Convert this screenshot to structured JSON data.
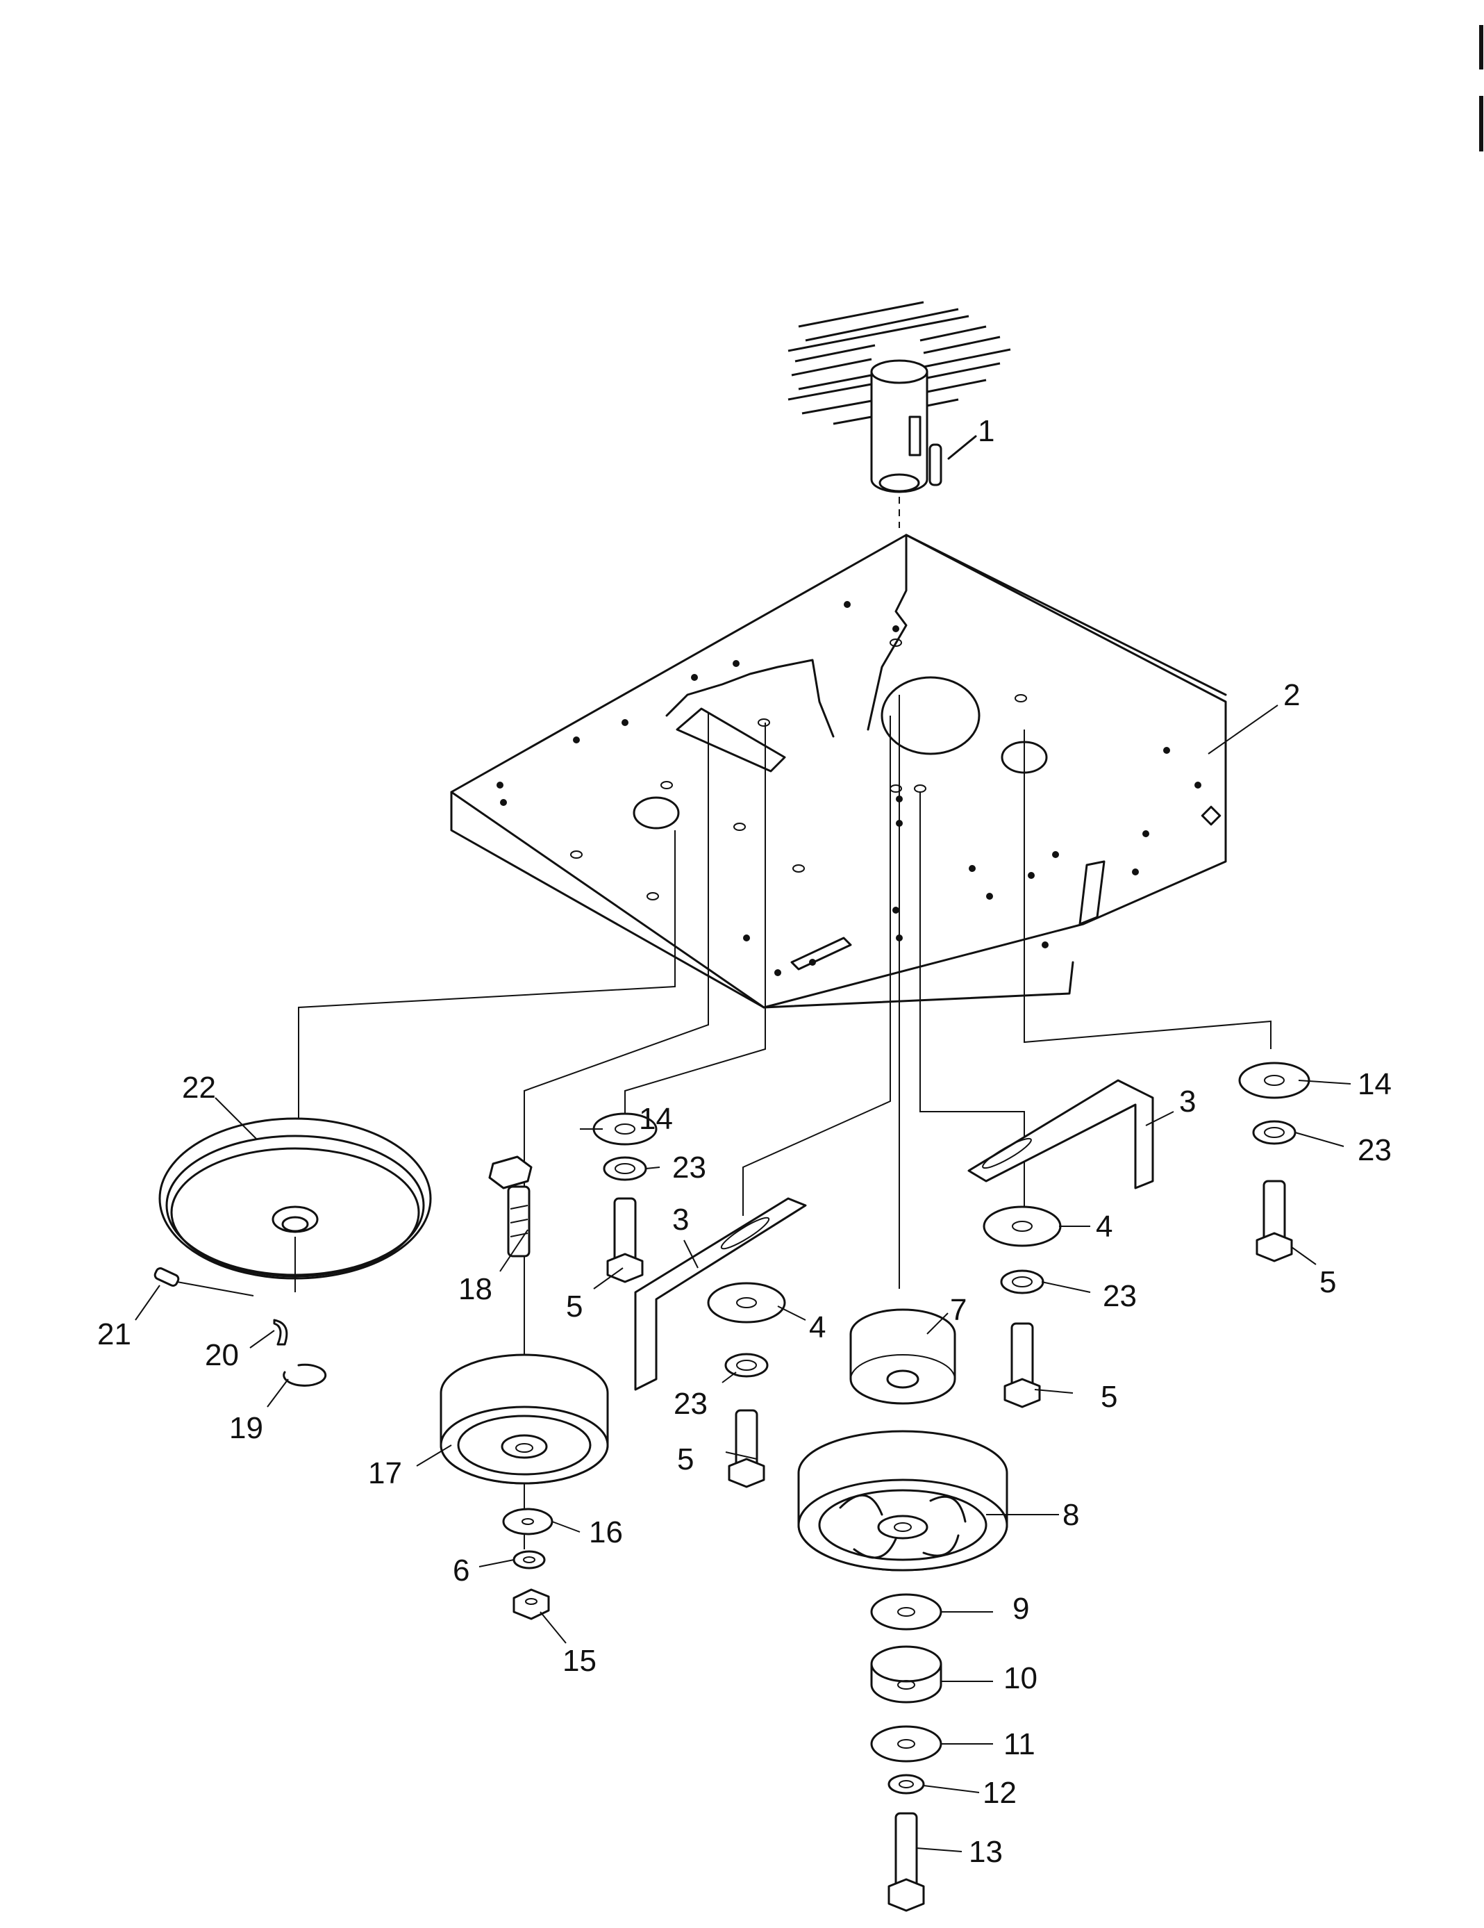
{
  "callouts": {
    "c1": "1",
    "c2": "2",
    "c3a": "3",
    "c3b": "3",
    "c4a": "4",
    "c4b": "4",
    "c5a": "5",
    "c5b": "5",
    "c5c": "5",
    "c5d": "5",
    "c6": "6",
    "c7": "7",
    "c8": "8",
    "c9": "9",
    "c10": "10",
    "c11": "11",
    "c12": "12",
    "c13": "13",
    "c14a": "14",
    "c14b": "14",
    "c15": "15",
    "c16": "16",
    "c17": "17",
    "c18": "18",
    "c19": "19",
    "c20": "20",
    "c21": "21",
    "c22": "22",
    "c23a": "23",
    "c23b": "23",
    "c23c": "23",
    "c23d": "23"
  }
}
